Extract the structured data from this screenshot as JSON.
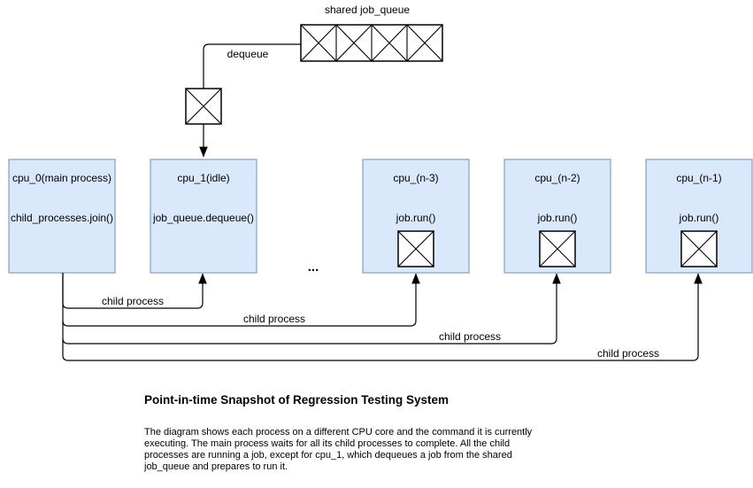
{
  "diagram": {
    "queue": {
      "label": "shared job_queue",
      "cell_count": 4
    },
    "dequeue_label": "dequeue",
    "ellipsis": "...",
    "cpus": [
      {
        "title": "cpu_0(main process)",
        "command": "child_processes.join()",
        "has_job_box": false
      },
      {
        "title": "cpu_1(idle)",
        "command": "job_queue.dequeue()",
        "has_job_box": false
      },
      {
        "title": "cpu_(n-3)",
        "command": "job.run()",
        "has_job_box": true
      },
      {
        "title": "cpu_(n-2)",
        "command": "job.run()",
        "has_job_box": true
      },
      {
        "title": "cpu_(n-1)",
        "command": "job.run()",
        "has_job_box": true
      }
    ],
    "edge_labels": {
      "child_process": "child process"
    },
    "colors": {
      "cpu_fill": "#dae8fc",
      "cpu_stroke": "#6c8ebf",
      "line": "#000000",
      "job_box_fill": "#ffffff"
    }
  },
  "caption": {
    "title": "Point-in-time Snapshot of Regression Testing System",
    "body_lines": [
      "The diagram shows each process on a different CPU core and the command it is currently",
      "executing. The main process waits for all its child processes to complete. All the child",
      "processes are running a job, except for cpu_1, which dequeues a job from the shared",
      "job_queue and prepares to run it."
    ]
  }
}
